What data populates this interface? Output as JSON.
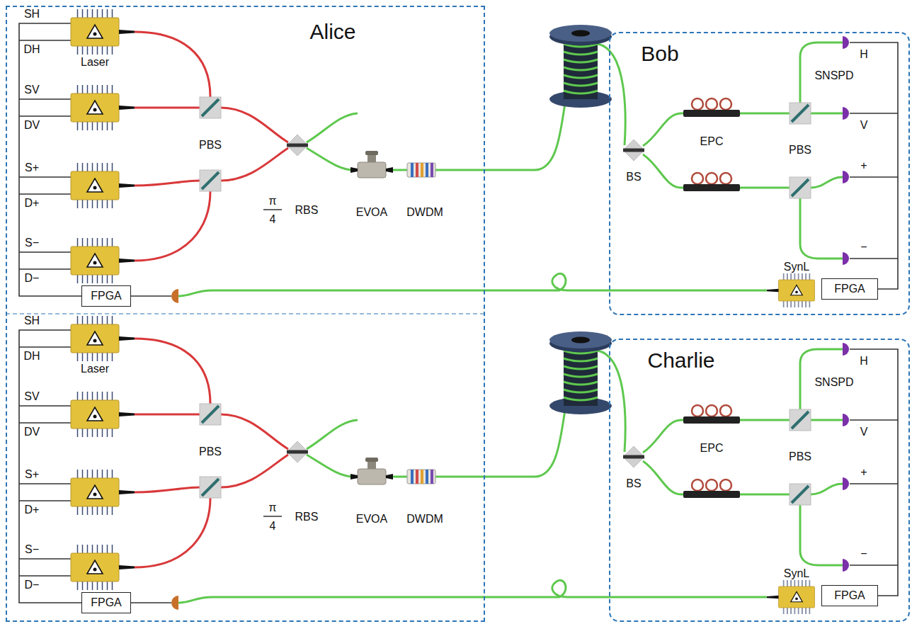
{
  "diagram": {
    "nodes": [
      {
        "text": [
          "Alice"
        ]
      },
      {
        "text": [
          "FPGA"
        ],
        "in": 0
      },
      {
        "text": [
          "FPGA"
        ],
        "in": 0
      },
      {
        "text": [
          "Bob"
        ]
      },
      {
        "text": [
          "FPGA"
        ],
        "in": 3
      },
      {
        "text": [
          "Charlie"
        ]
      },
      {
        "text": [
          "FPGA"
        ],
        "in": 5
      }
    ],
    "labels": [
      "SH",
      "DH",
      "Laser",
      "SV",
      "DV",
      "S+",
      "D+",
      "S−",
      "D−",
      "PBS",
      "π",
      "4",
      "RBS",
      "EVOA",
      "DWDM",
      "SH",
      "DH",
      "Laser",
      "SV",
      "DV",
      "S+",
      "D+",
      "S−",
      "D−",
      "PBS",
      "π",
      "4",
      "RBS",
      "EVOA",
      "DWDM",
      "SNSPD",
      "H",
      "V",
      "EPC",
      "PBS",
      "BS",
      "+",
      "−",
      "SynL",
      "SNSPD",
      "H",
      "V",
      "EPC",
      "PBS",
      "BS",
      "+",
      "−",
      "SynL"
    ]
  }
}
